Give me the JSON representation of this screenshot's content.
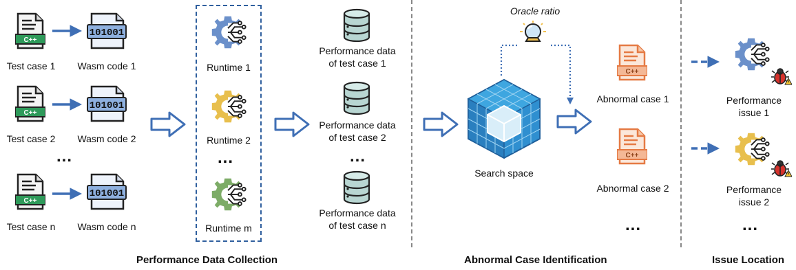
{
  "test_cases": [
    {
      "case_label": "Test case 1",
      "wasm_label": "Wasm code 1",
      "cpp": "C++",
      "bin": "101001"
    },
    {
      "case_label": "Test case 2",
      "wasm_label": "Wasm code 2",
      "cpp": "C++",
      "bin": "101001"
    },
    {
      "case_label": "Test case n",
      "wasm_label": "Wasm code n",
      "cpp": "C++",
      "bin": "101001"
    }
  ],
  "ellipsis": "...",
  "runtimes": [
    "Runtime 1",
    "Runtime 2",
    "Runtime m"
  ],
  "perf_data": [
    {
      "line1": "Performance data",
      "line2": "of test case 1"
    },
    {
      "line1": "Performance data",
      "line2": "of test case 2"
    },
    {
      "line1": "Performance data",
      "line2": "of test case n"
    }
  ],
  "search_space": "Search space",
  "oracle_ratio": "Oracle ratio",
  "abnormal_cases": [
    {
      "label": "Abnormal case 1",
      "cpp": "C++"
    },
    {
      "label": "Abnormal case 2",
      "cpp": "C++"
    }
  ],
  "issues": [
    {
      "line1": "Performance",
      "line2": "issue 1"
    },
    {
      "line1": "Performance",
      "line2": "issue 2"
    }
  ],
  "sections": {
    "collection": "Performance Data Collection",
    "identification": "Abnormal Case Identification",
    "location": "Issue Location"
  },
  "colors": {
    "arrow_blue": "#3f6fb5",
    "runtime_blue": "#5b84c4",
    "runtime_yellow": "#e6b83a",
    "runtime_green": "#6fa356",
    "abnormal_orange": "#e57a44",
    "cpp_green": "#2e9a5a",
    "divider": "#888888"
  },
  "icons": [
    "cpp-file-icon",
    "wasm-file-icon",
    "gear-circuit-icon",
    "database-icon",
    "cube-icon",
    "crystal-ball-icon",
    "bug-icon"
  ]
}
